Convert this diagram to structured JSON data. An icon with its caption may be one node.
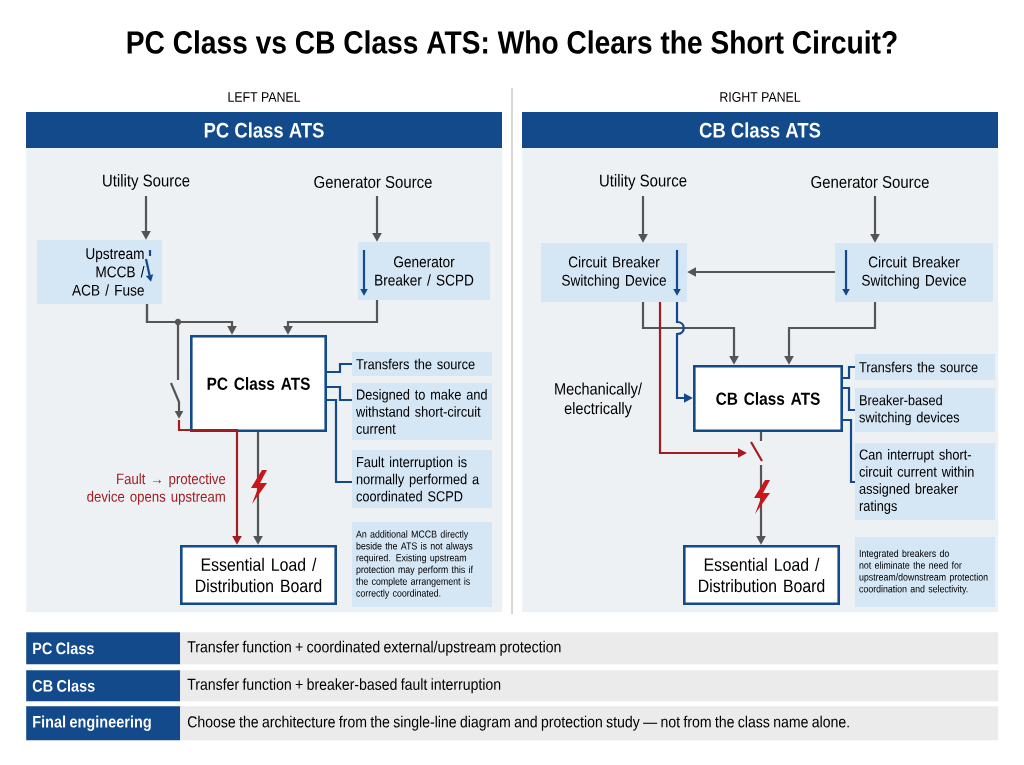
{
  "diagram": {
    "title": "PC Class vs CB Class ATS: Who Clears the Short Circuit?",
    "nodes": [
      {
        "text": [
          "LEFT PANEL",
          "PC Class ATS"
        ]
      },
      {
        "text": [
          "Utility Source"
        ],
        "in": 0
      },
      {
        "text": [
          "Generator Source"
        ],
        "in": 0
      },
      {
        "text": [
          "Upstream MCCB / ACB / Fuse"
        ],
        "in": 0
      },
      {
        "text": [
          "Generator Breaker / SCPD"
        ],
        "in": 0
      },
      {
        "text": [
          "PC Class ATS"
        ],
        "in": 0
      },
      {
        "text": [
          "Essential Load / Distribution Board"
        ],
        "in": 0
      },
      {
        "text": [
          "Transfers the source"
        ],
        "in": 0
      },
      {
        "text": [
          "Designed to make and withstand short-circuit current"
        ],
        "in": 0
      },
      {
        "text": [
          "Fault interruption is normally performed a coordinated SCPD"
        ],
        "in": 0
      },
      {
        "text": [
          "An additional MCCB directly beside the ATS is not always required. Existing upstream protection may perform this if the complete arrangement is correctly coordinated."
        ],
        "in": 0
      },
      {
        "text": [],
        "shape": "switch",
        "in": 0
      },
      {
        "text": [
          "RIGHT PANEL",
          "CB Class ATS"
        ]
      },
      {
        "text": [
          "Utility Source"
        ],
        "in": 12
      },
      {
        "text": [
          "Generator Source"
        ],
        "in": 12
      },
      {
        "text": [
          "Circuit Breaker Switching Device"
        ],
        "in": 12
      },
      {
        "text": [
          "Circuit Breaker Switching Device"
        ],
        "in": 12
      },
      {
        "text": [
          "CB Class ATS"
        ],
        "in": 12
      },
      {
        "text": [
          "Essential Load / Distribution Board"
        ],
        "in": 12
      },
      {
        "text": [
          "Transfers the source"
        ],
        "in": 12
      },
      {
        "text": [
          "Breaker-based switching devices"
        ],
        "in": 12
      },
      {
        "text": [
          "Can interrupt short-circuit current within assigned breaker ratings"
        ],
        "in": 12
      },
      {
        "text": [
          "Integrated breakers do not eliminate the need for upstream/downstream protection coordination and selectivity."
        ],
        "in": 12
      },
      {
        "text": [],
        "shape": "switch",
        "in": 12
      }
    ],
    "edges": [
      {
        "from": 1,
        "to": 3,
        "arrow": "to"
      },
      {
        "from": 2,
        "to": 4,
        "arrow": "to"
      },
      {
        "from": 3,
        "to": 5,
        "arrow": "to"
      },
      {
        "from": 4,
        "to": 5,
        "arrow": "to"
      },
      {
        "from": 3,
        "to": 11,
        "arrow": "none"
      },
      {
        "from": 11,
        "to": 6,
        "arrow": "to",
        "label": "Fault → protective device opens upstream",
        "color": "#a11d22"
      },
      {
        "from": 5,
        "to": 6,
        "arrow": "to"
      },
      {
        "from": 5,
        "to": 7,
        "arrow": "none",
        "color": "#124a8c"
      },
      {
        "from": 5,
        "to": 8,
        "arrow": "none",
        "color": "#124a8c"
      },
      {
        "from": 5,
        "to": 9,
        "arrow": "none",
        "color": "#124a8c"
      },
      {
        "from": 13,
        "to": 15,
        "arrow": "to"
      },
      {
        "from": 14,
        "to": 16,
        "arrow": "to"
      },
      {
        "from": 16,
        "to": 15,
        "arrow": "to"
      },
      {
        "from": 15,
        "to": 17,
        "arrow": "to"
      },
      {
        "from": 16,
        "to": 17,
        "arrow": "to"
      },
      {
        "from": 15,
        "to": 17,
        "arrow": "to",
        "color": "#124a8c"
      },
      {
        "from": 17,
        "to": 23,
        "arrow": "none"
      },
      {
        "from": 23,
        "to": 18,
        "arrow": "to"
      },
      {
        "from": 15,
        "to": 23,
        "arrow": "to",
        "color": "#a11d22"
      },
      {
        "from": 17,
        "to": 19,
        "arrow": "none",
        "color": "#124a8c"
      },
      {
        "from": 17,
        "to": 20,
        "arrow": "none",
        "color": "#124a8c"
      },
      {
        "from": 17,
        "to": 21,
        "arrow": "none",
        "color": "#124a8c"
      }
    ],
    "labels": [
      "Mechanically/ electrically",
      "PC Class",
      "Transfer function + coordinated external/upstream protection",
      "CB Class",
      "Transfer function + breaker-based fault interruption",
      "Final engineering",
      "Choose the architecture from the single-line diagram and protection study — not from the class name alone."
    ]
  }
}
